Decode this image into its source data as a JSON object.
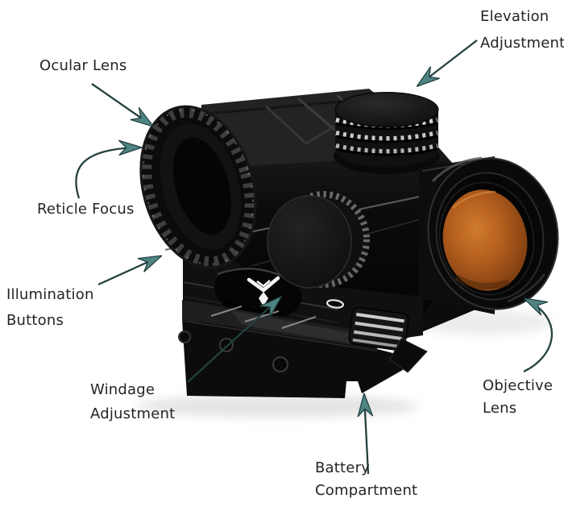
{
  "diagram": {
    "subject": "red dot sight parts diagram",
    "background": "#ffffff",
    "brand_mark": "vortex-bird-logo"
  },
  "colors": {
    "arrowhead": "#4e8382",
    "arrow_line": "#24403f",
    "label_text": "#242424",
    "lens_orange": "#b05a1c",
    "device_black": "#0d0d0d"
  },
  "labels": [
    {
      "id": "elevation-adjustment",
      "line1": "Elevation",
      "line2": "Adjustment"
    },
    {
      "id": "ocular-lens",
      "line1": "Ocular Lens",
      "line2": ""
    },
    {
      "id": "reticle-focus",
      "line1": "Reticle Focus",
      "line2": ""
    },
    {
      "id": "illumination-buttons",
      "line1": "Illumination",
      "line2": "Buttons"
    },
    {
      "id": "windage-adjustment",
      "line1": "Windage",
      "line2": "Adjustment"
    },
    {
      "id": "battery-compartment",
      "line1": "Battery",
      "line2": "Compartment"
    },
    {
      "id": "objective-lens",
      "line1": "Objective",
      "line2": "Lens"
    }
  ]
}
